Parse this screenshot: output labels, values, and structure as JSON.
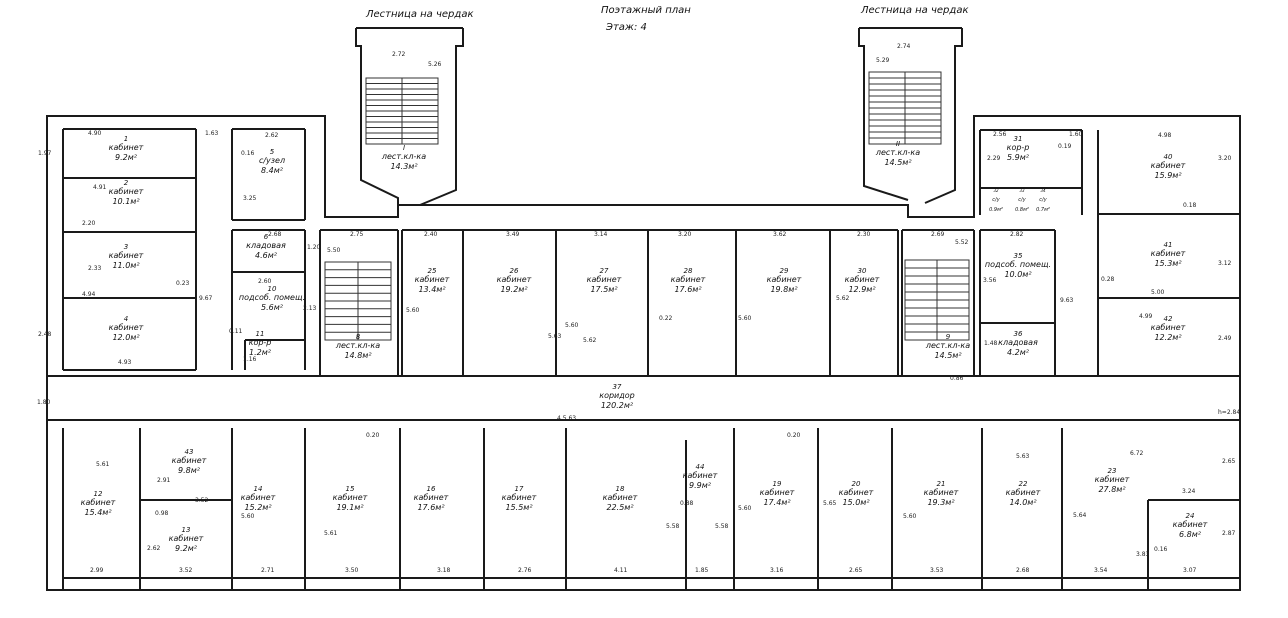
{
  "header": {
    "title": "Поэтажный план",
    "floor": "Этаж: 4",
    "stair_attic_left": "Лестница на чердак",
    "stair_attic_right": "Лестница на чердак"
  },
  "rooms": [
    {
      "n": "1",
      "name": "кабинет",
      "area": "9.2м²"
    },
    {
      "n": "2",
      "name": "кабинет",
      "area": "10.1м²"
    },
    {
      "n": "3",
      "name": "кабинет",
      "area": "11.0м²"
    },
    {
      "n": "4",
      "name": "кабинет",
      "area": "12.0м²"
    },
    {
      "n": "5",
      "name": "с/узел",
      "area": "8.4м²"
    },
    {
      "n": "6",
      "name": "кладовая",
      "area": "4.6м²"
    },
    {
      "n": "10",
      "name": "подсоб. помещ.",
      "area": "5.6м²"
    },
    {
      "n": "11",
      "name": "кор-р",
      "area": "1.2м²"
    },
    {
      "n": "8",
      "name": "лест.кл-ка",
      "area": "14.8м²"
    },
    {
      "n": "I",
      "name": "лест.кл-ка",
      "area": "14.3м²"
    },
    {
      "n": "II",
      "name": "лест.кл-ка",
      "area": "14.5м²"
    },
    {
      "n": "25",
      "name": "кабинет",
      "area": "13.4м²"
    },
    {
      "n": "26",
      "name": "кабинет",
      "area": "19.2м²"
    },
    {
      "n": "27",
      "name": "кабинет",
      "area": "17.5м²"
    },
    {
      "n": "28",
      "name": "кабинет",
      "area": "17.6м²"
    },
    {
      "n": "29",
      "name": "кабинет",
      "area": "19.8м²"
    },
    {
      "n": "30",
      "name": "кабинет",
      "area": "12.9м²"
    },
    {
      "n": "9",
      "name": "лест.кл-ка",
      "area": "14.5м²"
    },
    {
      "n": "31",
      "name": "кор-р",
      "area": "5.9м²"
    },
    {
      "n": "32",
      "name": "с/у",
      "area": "0.9м²"
    },
    {
      "n": "33",
      "name": "с/у",
      "area": "0.8м²"
    },
    {
      "n": "34",
      "name": "с/у",
      "area": "0.7м²"
    },
    {
      "n": "35",
      "name": "подсоб. помещ.",
      "area": "10.0м²"
    },
    {
      "n": "36",
      "name": "кладовая",
      "area": "4.2м²"
    },
    {
      "n": "40",
      "name": "кабинет",
      "area": "15.9м²"
    },
    {
      "n": "41",
      "name": "кабинет",
      "area": "15.3м²"
    },
    {
      "n": "42",
      "name": "кабинет",
      "area": "12.2м²"
    },
    {
      "n": "37",
      "name": "коридор",
      "area": "120.2м²"
    },
    {
      "n": "43",
      "name": "кабинет",
      "area": "9.8м²"
    },
    {
      "n": "13",
      "name": "кабинет",
      "area": "9.2м²"
    },
    {
      "n": "12",
      "name": "кабинет",
      "area": "15.4м²"
    },
    {
      "n": "14",
      "name": "кабинет",
      "area": "15.2м²"
    },
    {
      "n": "15",
      "name": "кабинет",
      "area": "19.1м²"
    },
    {
      "n": "16",
      "name": "кабинет",
      "area": "17.6м²"
    },
    {
      "n": "17",
      "name": "кабинет",
      "area": "15.5м²"
    },
    {
      "n": "18",
      "name": "кабинет",
      "area": "22.5м²"
    },
    {
      "n": "44",
      "name": "кабинет",
      "area": "9.9м²"
    },
    {
      "n": "19",
      "name": "кабинет",
      "area": "17.4м²"
    },
    {
      "n": "20",
      "name": "кабинет",
      "area": "15.0м²"
    },
    {
      "n": "21",
      "name": "кабинет",
      "area": "19.3м²"
    },
    {
      "n": "22",
      "name": "кабинет",
      "area": "14.0м²"
    },
    {
      "n": "23",
      "name": "кабинет",
      "area": "27.8м²"
    },
    {
      "n": "24",
      "name": "кабинет",
      "area": "6.8м²"
    }
  ],
  "dimensions": [
    "4.90",
    "1.63",
    "2.62",
    "1.97",
    "4.91",
    "2.20",
    "2.33",
    "4.94",
    "2.48",
    "4.93",
    "0.16",
    "3.25",
    "2.68",
    "2.60",
    "1.20",
    "2.13",
    "9.67",
    "0.23",
    "0.11",
    "1.16",
    "2.72",
    "5.26",
    "2.74",
    "5.29",
    "2.75",
    "5.50",
    "2.40",
    "3.49",
    "3.14",
    "3.20",
    "3.62",
    "2.30",
    "2.69",
    "5.52",
    "2.56",
    "1.60",
    "2.29",
    "0.19",
    "4.98",
    "3.20",
    "2.82",
    "3.56",
    "9.63",
    "0.28",
    "3.12",
    "5.00",
    "4.99",
    "2.49",
    "1.48",
    "0.86",
    "0.18",
    "5.60",
    "5.63",
    "5.62",
    "0.22",
    "5.60",
    "5.60",
    "5.62",
    "1.80",
    "4.5.63",
    "h=2.84",
    "2.91",
    "5.61",
    "3.52",
    "0.98",
    "2.62",
    "2.99",
    "3.52",
    "2.71",
    "5.60",
    "5.61",
    "3.50",
    "3.18",
    "2.76",
    "4.11",
    "1.85",
    "0.88",
    "5.58",
    "5.58",
    "5.60",
    "3.16",
    "5.65",
    "2.65",
    "5.60",
    "3.53",
    "2.68",
    "5.63",
    "6.72",
    "5.64",
    "3.54",
    "3.24",
    "2.65",
    "2.87",
    "3.83",
    "0.16",
    "3.07",
    "0.20",
    "0.20"
  ]
}
